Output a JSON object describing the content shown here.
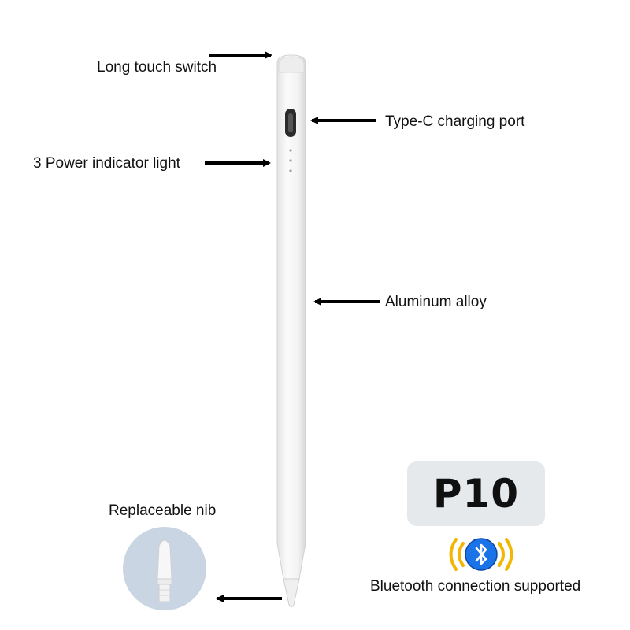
{
  "labels": {
    "switch": "Long touch switch",
    "port": "Type-C charging port",
    "light": "3 Power indicator light",
    "alloy": "Aluminum alloy",
    "nib": "Replaceable nib",
    "bluetooth": "Bluetooth connection supported"
  },
  "model": {
    "name": "P10"
  },
  "colors": {
    "pen_body": "#f4f4f4",
    "pen_shade": "#dcdcdc",
    "badge_bg": "#e6e9ec",
    "bluetooth_blue": "#1a73e8",
    "signal_yellow": "#f2b705",
    "nib_disc": "#c9d5e3",
    "arrow": "#000000"
  },
  "icons": {
    "bluetooth": "bluetooth-icon",
    "signal": "signal-waves-icon",
    "arrow": "arrow-icon",
    "nib": "nib-icon",
    "port": "usb-c-port-icon"
  }
}
